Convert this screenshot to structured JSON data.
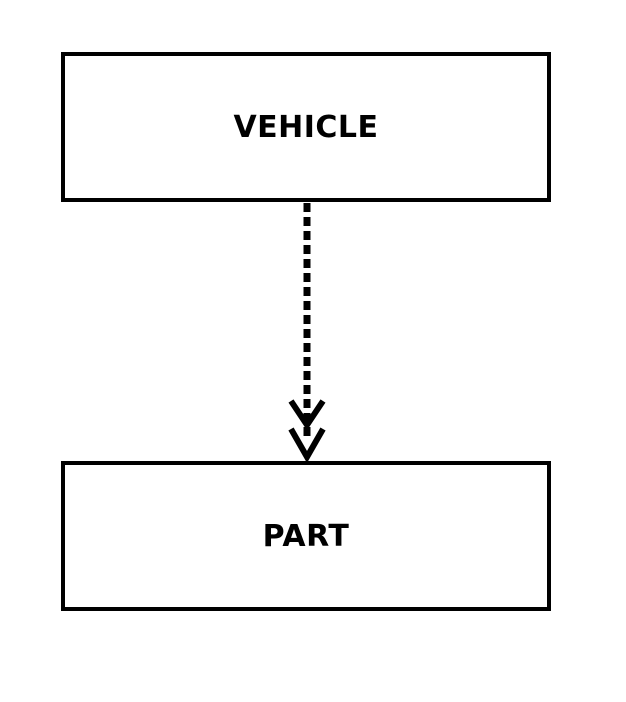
{
  "diagram": {
    "nodes": [
      {
        "id": "vehicle",
        "label": "VEHICLE"
      },
      {
        "id": "part",
        "label": "PART"
      }
    ],
    "edges": [
      {
        "from": "vehicle",
        "to": "part",
        "style": "dashed",
        "arrowhead": "double-open-chevron"
      }
    ]
  },
  "colors": {
    "stroke": "#000000",
    "background": "#ffffff"
  }
}
